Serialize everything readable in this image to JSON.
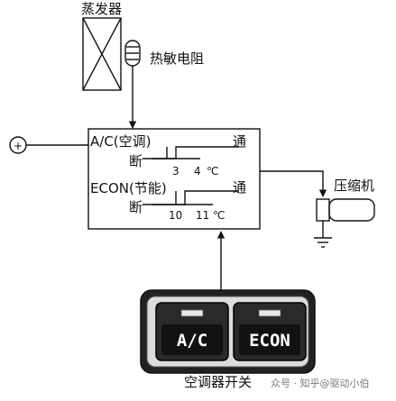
{
  "labels": {
    "evaporator": "蒸发器",
    "thermistor": "热敏电阻",
    "ac_channel": "A/C(空调)",
    "econ_channel": "ECON(节能)",
    "on": "通",
    "off": "断",
    "ac_low": "3",
    "ac_high": "4",
    "econ_low": "10",
    "econ_high": "11",
    "unit": "℃",
    "compressor": "压缩机",
    "panel_caption": "空调器开关",
    "plus": "+"
  },
  "buttons": {
    "ac": "A/C",
    "econ": "ECON"
  },
  "watermark": "众号 · 知乎@驱动小伯"
}
